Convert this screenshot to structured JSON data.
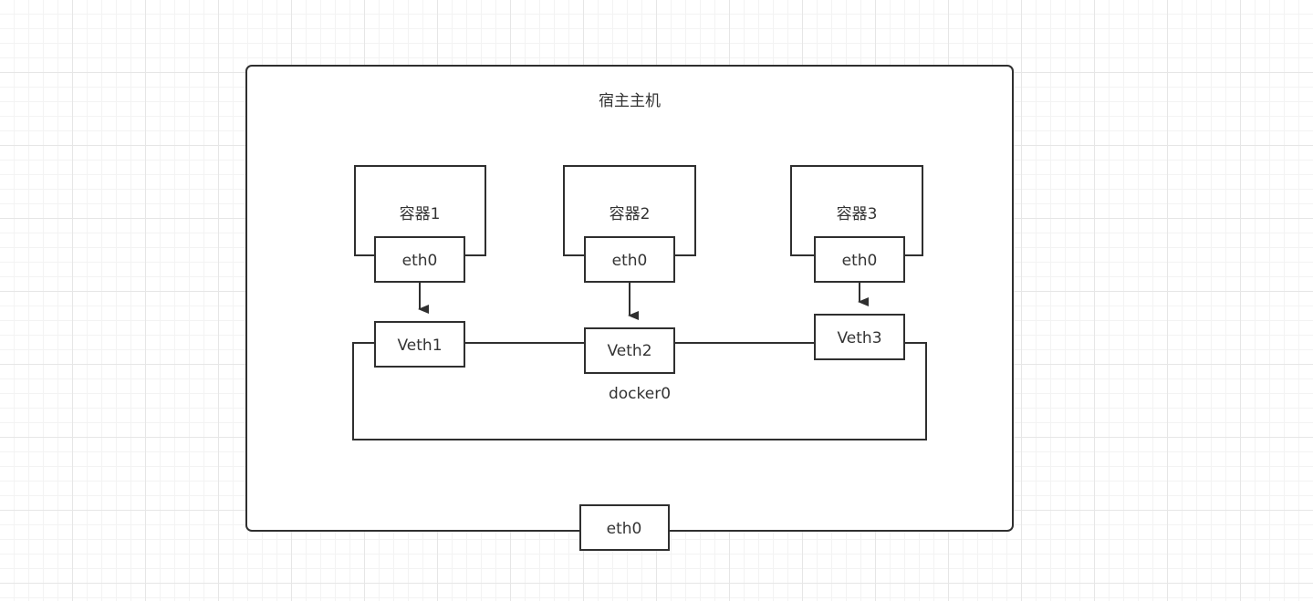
{
  "host": {
    "label": "宿主主机",
    "eth_label": "eth0"
  },
  "containers": [
    {
      "label": "容器1",
      "eth_label": "eth0",
      "veth_label": "Veth1"
    },
    {
      "label": "容器2",
      "eth_label": "eth0",
      "veth_label": "Veth2"
    },
    {
      "label": "容器3",
      "eth_label": "eth0",
      "veth_label": "Veth3"
    }
  ],
  "bridge": {
    "label": "docker0"
  },
  "colors": {
    "stroke": "#2f2f2f",
    "text": "#333333",
    "grid": "#e6e6e6",
    "background": "#ffffff"
  }
}
